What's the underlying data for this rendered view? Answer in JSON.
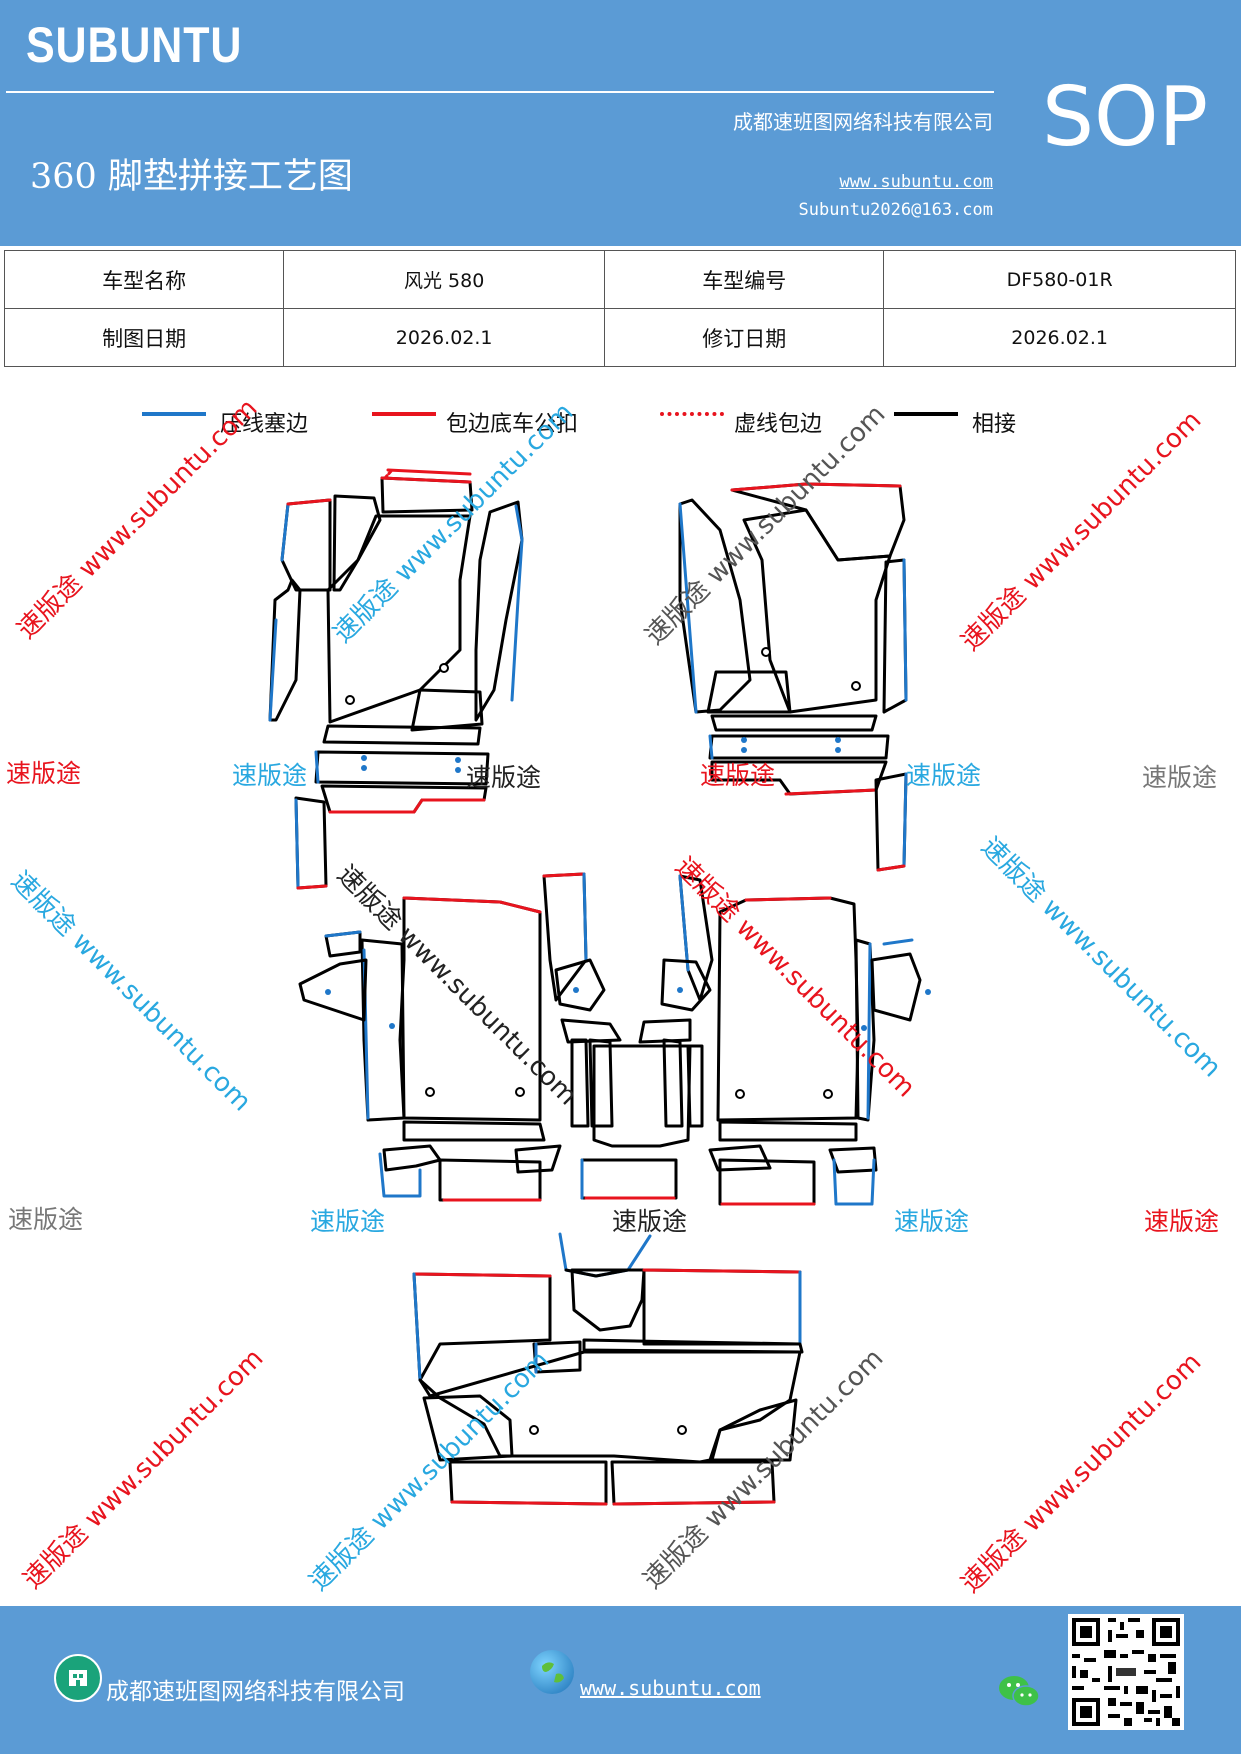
{
  "header": {
    "brand": "SUBUNTU",
    "company": "成都速班图网络科技有限公司",
    "title": "360 脚垫拼接工艺图",
    "website": "www.subuntu.com",
    "email": "Subuntu2026@163.com",
    "sop": "SOP",
    "bg_color": "#5b9bd5"
  },
  "info": {
    "r1": {
      "k1": "车型名称",
      "v1": "风光 580",
      "k2": "车型编号",
      "v2": "DF580-01R"
    },
    "r2": {
      "k1": "制图日期",
      "v1": "2026.02.1",
      "k2": "修订日期",
      "v2": "2026.02.1"
    }
  },
  "legend": [
    {
      "label": "压线塞边",
      "color": "#1f77c9",
      "style": "solid"
    },
    {
      "label": "包边底车公扣",
      "color": "#e8141e",
      "style": "solid"
    },
    {
      "label": "虚线包边",
      "color": "#e8141e",
      "style": "dotted"
    },
    {
      "label": "相接",
      "color": "#000000",
      "style": "solid"
    }
  ],
  "watermarks": {
    "short": "速版途",
    "long": "速版途 www.subuntu.com",
    "colors": {
      "red": "#e8141e",
      "blue": "#29a8e0",
      "gray": "#777777",
      "black": "#222222"
    }
  },
  "footer": {
    "company": "成都速班图网络科技有限公司",
    "website": "www.subuntu.com",
    "icons": [
      "building-icon",
      "globe-icon",
      "wechat-icon",
      "qr-code"
    ]
  }
}
